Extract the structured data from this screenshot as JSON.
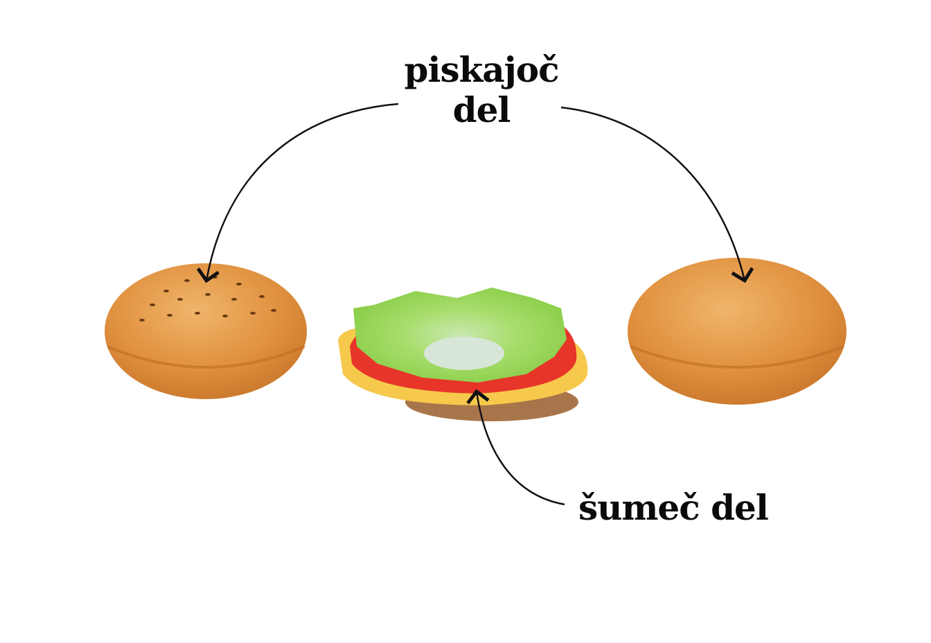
{
  "labels": {
    "squeaker_line1": "piskajoč",
    "squeaker_line2": "del",
    "crinkle": "šumeč del"
  },
  "colors": {
    "bun": "#e0913f",
    "bun_light": "#eaa85a",
    "lettuce": "#9ad65a",
    "tomato": "#e8352a",
    "cheese": "#f6c94c",
    "patty": "#a8754a",
    "text": "#0a0a0a"
  }
}
